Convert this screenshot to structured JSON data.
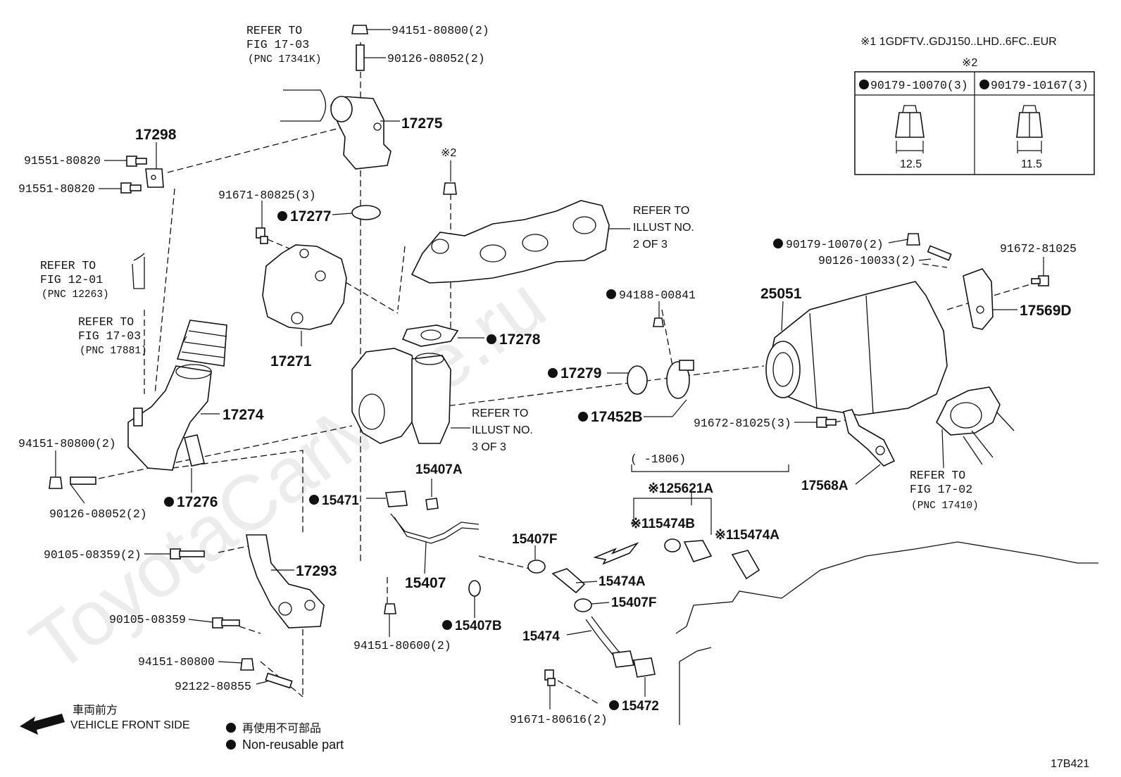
{
  "watermark": "ToyotaCarMine.ru",
  "legend": {
    "model_note": "※1 1GDFTV..GDJ150..LHD..6FC..EUR",
    "table_header": "※2",
    "columns": [
      {
        "part": "90179-10070(3)",
        "size": "12.5"
      },
      {
        "part": "90179-10167(3)",
        "size": "11.5"
      }
    ]
  },
  "refs": {
    "r1": {
      "l1": "REFER TO",
      "l2": "FIG 17-03",
      "l3": "(PNC 17341K)"
    },
    "r2": {
      "l1": "REFER TO",
      "l2": "FIG 12-01",
      "l3": "(PNC 12263)"
    },
    "r3": {
      "l1": "REFER TO",
      "l2": "FIG 17-03",
      "l3": "(PNC 17881)"
    },
    "r4": {
      "l1": "REFER TO",
      "l2": "ILLUST NO.",
      "l3": "2 OF 3"
    },
    "r5": {
      "l1": "REFER TO",
      "l2": "ILLUST NO.",
      "l3": "3 OF 3"
    },
    "r6": {
      "l1": "REFER TO",
      "l2": "FIG 17-02",
      "l3": "(PNC 17410)"
    }
  },
  "labels": {
    "p94151_80800_top": "94151-80800(2)",
    "p90126_08052_top": "90126-08052(2)",
    "c17275": "17275",
    "c17298": "17298",
    "p91551_a": "91551-80820",
    "p91551_b": "91551-80820",
    "p91671_80825": "91671-80825(3)",
    "c17277": "17277",
    "note2": "※2",
    "c17271": "17271",
    "c17278": "17278",
    "c17274": "17274",
    "c17279": "17279",
    "c17452B": "17452B",
    "c17276": "17276",
    "p94151_80800_left": "94151-80800(2)",
    "p90126_08052_left": "90126-08052(2)",
    "c15407A": "15407A",
    "c15471": "15471",
    "p90105_08359_2": "90105-08359(2)",
    "c17293": "17293",
    "c15407": "15407",
    "c15407F_a": "15407F",
    "c15407B": "15407B",
    "p90105_08359": "90105-08359",
    "p94151_80600": "94151-80600(2)",
    "p94151_80800": "94151-80800",
    "p92122_80855": "92122-80855",
    "c15474A_a": "15474A",
    "c15407F_b": "15407F",
    "c15474": "15474",
    "p91671_80616": "91671-80616(2)",
    "c15472": "15472",
    "p94188_00841": "94188-00841",
    "c25051": "25051",
    "p90179_10070": "90179-10070(2)",
    "p90126_10033": "90126-10033(2)",
    "p91672_81025": "91672-81025",
    "c17569D": "17569D",
    "p91672_81025_3": "91672-81025(3)",
    "c17568A": "17568A",
    "range": "(      -1806)",
    "c25621A": "※125621A",
    "c15474B": "※115474B",
    "c15474A_b": "※115474A"
  },
  "footer": {
    "direction_jp": "車両前方",
    "direction_en": "VEHICLE FRONT SIDE",
    "nonreuse_jp": "再使用不可部品",
    "nonreuse_en": "Non-reusable part",
    "code": "17B421"
  }
}
